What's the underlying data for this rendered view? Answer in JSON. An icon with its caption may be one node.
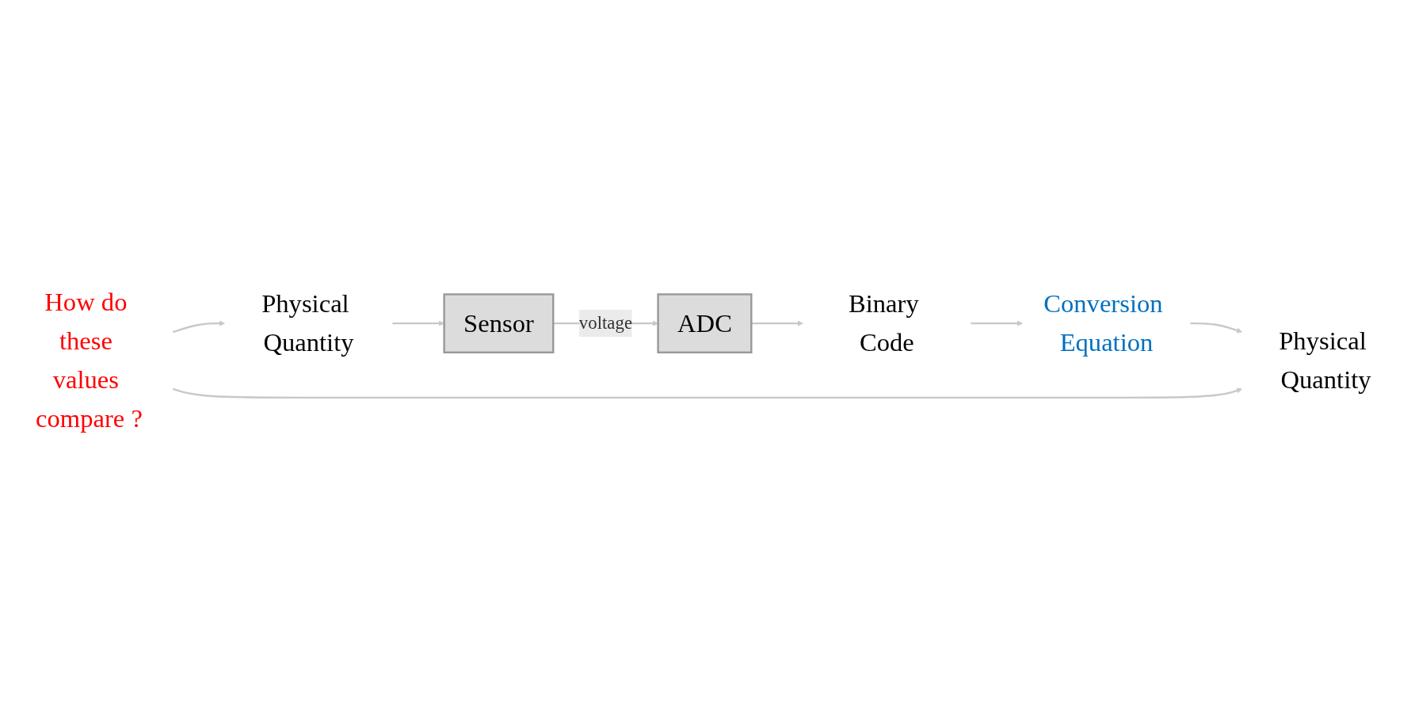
{
  "diagram": {
    "nodes": [
      {
        "text": [
          "Physical Quantity"
        ]
      },
      {
        "text": [
          "Sensor"
        ]
      },
      {
        "text": [
          "ADC"
        ]
      },
      {
        "text": [
          "Binary Code"
        ]
      },
      {
        "text": [
          "Conversion Equation"
        ]
      },
      {
        "text": [
          "Physical Quantity"
        ]
      },
      {
        "text": [
          "How do these values compare ?"
        ]
      }
    ],
    "edges": [
      {
        "from": 0,
        "to": 1,
        "arrow": "to"
      },
      {
        "from": 1,
        "to": 2,
        "arrow": "to",
        "label": "voltage"
      },
      {
        "from": 2,
        "to": 3,
        "arrow": "to"
      },
      {
        "from": 3,
        "to": 4,
        "arrow": "to"
      },
      {
        "from": 4,
        "to": 5,
        "arrow": "to"
      },
      {
        "from": 6,
        "to": 0,
        "arrow": "to"
      },
      {
        "from": 6,
        "to": 5,
        "arrow": "to"
      }
    ]
  }
}
